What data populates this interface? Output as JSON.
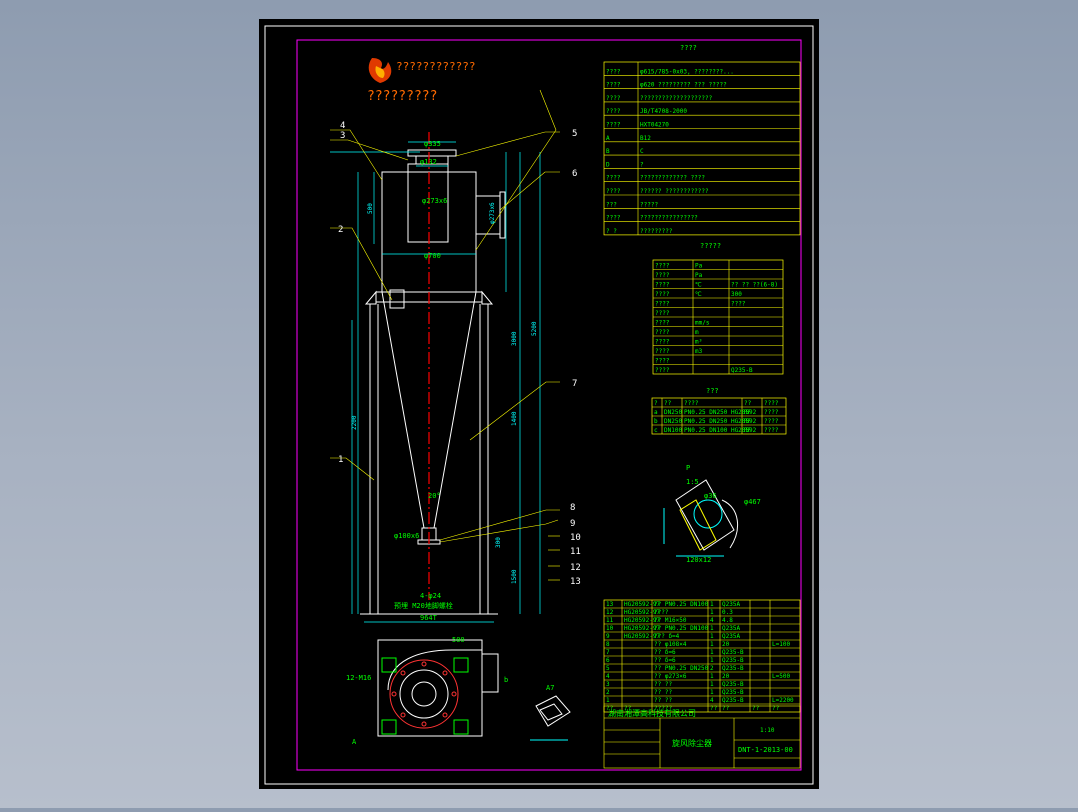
{
  "colors": {
    "background": "#9aa7b9",
    "sheet": "#000000",
    "frame": "#ffffff",
    "border": "#ff00ff",
    "table": "#ffff00",
    "text": "#00ff00",
    "center_line": "#ff0000",
    "dim": "#00ffff",
    "part": "#ffffff",
    "logo": "#ff6a00"
  },
  "title_block_top": {
    "heading": "????",
    "rows": [
      {
        "label": "????",
        "value": "φ615/785-0x03,  ????????..."
      },
      {
        "label": "????",
        "value": "φ620 ????????? ??? ?????"
      },
      {
        "label": "????",
        "value": "????????????????????"
      },
      {
        "label": "????",
        "value": "JB/T4708-2000"
      },
      {
        "label": "????",
        "value": "HXT04270"
      },
      {
        "label": "A",
        "value": "B12"
      },
      {
        "label": "B",
        "value": "C"
      },
      {
        "label": "D",
        "value": "?"
      },
      {
        "label": "????",
        "value": "????????????? ????"
      },
      {
        "label": "????",
        "value": "?????? ????????????"
      },
      {
        "label": "???",
        "value": "?????"
      },
      {
        "label": "????",
        "value": "????????????????"
      },
      {
        "label": "? ?",
        "value": "?????????"
      }
    ]
  },
  "tech_params": {
    "heading": "?????",
    "rows": [
      {
        "name": "????",
        "unit": "Pa",
        "value": ""
      },
      {
        "name": "????",
        "unit": "Pa",
        "value": ""
      },
      {
        "name": "????",
        "unit": "℃",
        "value": "?? ?? ??(6-8)"
      },
      {
        "name": "????",
        "unit": "℃",
        "value": "300"
      },
      {
        "name": "????",
        "unit": "",
        "value": "????"
      },
      {
        "name": "????",
        "unit": "",
        "value": ""
      },
      {
        "name": "????",
        "unit": "mm/s",
        "value": ""
      },
      {
        "name": "????",
        "unit": "m",
        "value": ""
      },
      {
        "name": "????",
        "unit": "m³",
        "value": ""
      },
      {
        "name": "????",
        "unit": "m3",
        "value": ""
      },
      {
        "name": "????",
        "unit": "",
        "value": ""
      },
      {
        "name": "????",
        "unit": "",
        "value": "Q235-B"
      }
    ]
  },
  "nozzle_table": {
    "heading": "???",
    "headers": [
      "?",
      "??",
      "????",
      "??",
      "????"
    ],
    "rows": [
      [
        "a",
        "DN250",
        "PN0.25 DN250 HG20592",
        "RF",
        "????"
      ],
      [
        "b",
        "DN250",
        "PN0.25 DN250 HG20592",
        "RF",
        "????"
      ],
      [
        "c",
        "DN100",
        "PN0.25 DN100 HG20592",
        "RF",
        "????"
      ]
    ]
  },
  "parts_list": [
    [
      "13",
      "HG20592-97",
      "?? PN0.25 DN100",
      "1",
      "Q235A",
      "",
      ""
    ],
    [
      "12",
      "HG20592-97",
      "????",
      "1",
      "0.3",
      "",
      ""
    ],
    [
      "11",
      "HG20592-97",
      "?? M16×50",
      "4",
      "4.8",
      "",
      ""
    ],
    [
      "10",
      "HG20592-97",
      "?? PN0.25 DN100",
      "1",
      "Q235A",
      "",
      ""
    ],
    [
      "9",
      "HG20592-97",
      "??? δ=4",
      "1",
      "Q235A",
      "",
      ""
    ],
    [
      "8",
      "",
      "?? φ108×4",
      "1",
      "20",
      "",
      "L=100"
    ],
    [
      "7",
      "",
      "?? δ=6",
      "1",
      "Q235-B",
      "",
      ""
    ],
    [
      "6",
      "",
      "?? δ=6",
      "1",
      "Q235-B",
      "",
      ""
    ],
    [
      "5",
      "",
      "?? PN0.25 DN250",
      "2",
      "Q235-B",
      "",
      ""
    ],
    [
      "4",
      "",
      "?? φ273×6",
      "1",
      "20",
      "",
      "L=500"
    ],
    [
      "3",
      "",
      "?? ??",
      "1",
      "Q235-B",
      "",
      ""
    ],
    [
      "2",
      "",
      "?? ??",
      "1",
      "Q235-B",
      "",
      ""
    ],
    [
      "1",
      "",
      "?? ??",
      "4",
      "Q235-B",
      "",
      "L=2200"
    ]
  ],
  "parts_header": [
    "??",
    "??",
    "?????",
    "??",
    "??",
    "??",
    "??"
  ],
  "company": "湖南湘潭高科技有限公司",
  "drawing_title": "旋风除尘器",
  "drawing_no": "DNT-1-2013-00",
  "scale": "1:10",
  "logo_text": "????????????",
  "logo_subtext": "?????????",
  "callouts": [
    "1",
    "2",
    "3",
    "4",
    "5",
    "6",
    "7",
    "8",
    "9",
    "10",
    "11",
    "12",
    "13"
  ],
  "dims": {
    "top_width": "φ335",
    "outlet": "φ132",
    "outlet_pipe": "φ273x6",
    "body_dia": "φ700",
    "inlet": "φ273x6",
    "bottom": "φ100x6",
    "angle": "20°",
    "total_h": "5200",
    "h2": "3000",
    "h3": "1400",
    "h4": "2200",
    "h5": "1500",
    "h6": "300",
    "h7": "500",
    "base": "964T",
    "bolts": "4-φ24",
    "anchor": "预埋 M20地脚螺栓",
    "plan_width": "500",
    "plan_bolts": "12-M16",
    "detail_a": "A7",
    "detail_p": "P",
    "detail_scale": "1:5",
    "detail_dim1": "φ36",
    "detail_dim2": "φ467",
    "detail_dim3": "120x12",
    "view_a": "A",
    "view_b": "b"
  }
}
